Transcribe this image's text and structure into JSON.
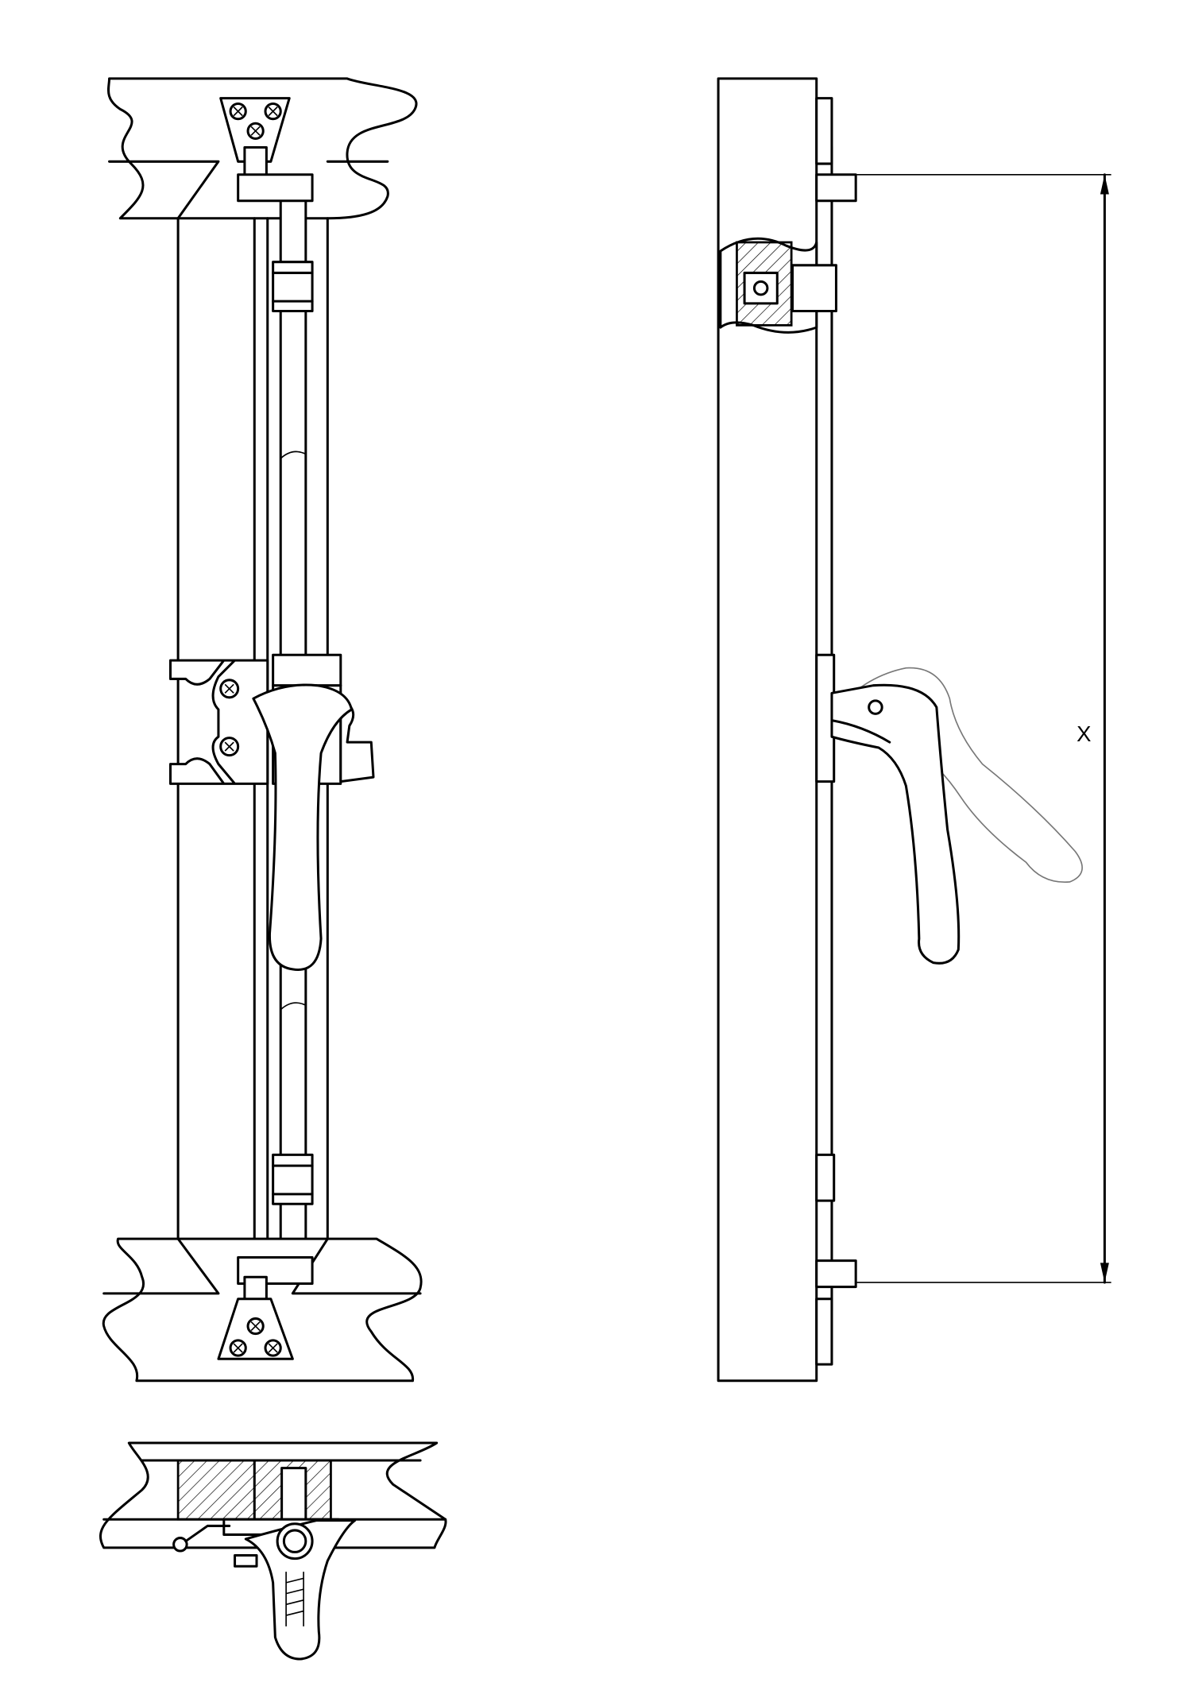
{
  "drawing": {
    "dimension_label": "X",
    "line_color": "#000000",
    "background_color": "#ffffff",
    "views": [
      "front-view",
      "side-view",
      "bottom-section-view"
    ]
  }
}
